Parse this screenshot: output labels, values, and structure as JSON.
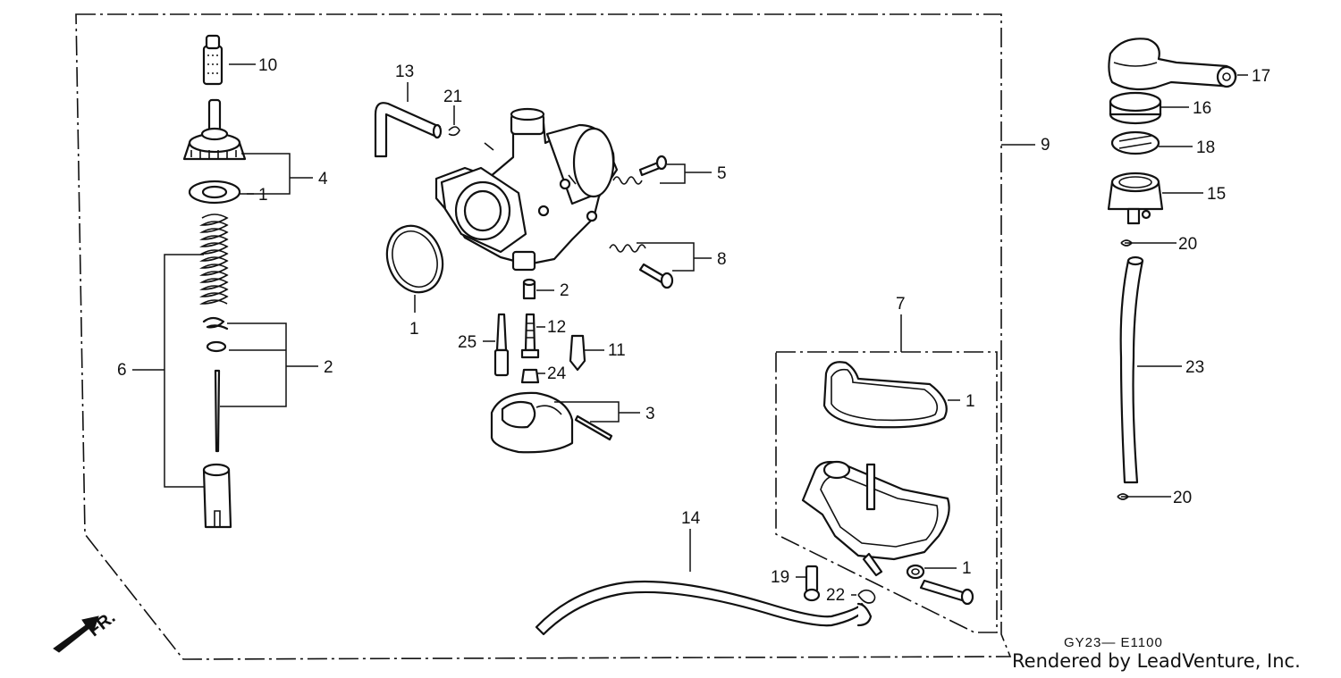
{
  "diagram": {
    "callouts": [
      {
        "id": "c10a",
        "label": "10"
      },
      {
        "id": "c4",
        "label": "4"
      },
      {
        "id": "c1a",
        "label": "1"
      },
      {
        "id": "c6",
        "label": "6"
      },
      {
        "id": "c2a",
        "label": "2"
      },
      {
        "id": "c13",
        "label": "13"
      },
      {
        "id": "c21",
        "label": "21"
      },
      {
        "id": "c5",
        "label": "5"
      },
      {
        "id": "c8",
        "label": "8"
      },
      {
        "id": "c1b",
        "label": "1"
      },
      {
        "id": "c2b",
        "label": "2"
      },
      {
        "id": "c12",
        "label": "12"
      },
      {
        "id": "c25",
        "label": "25"
      },
      {
        "id": "c11",
        "label": "11"
      },
      {
        "id": "c24",
        "label": "24"
      },
      {
        "id": "c3",
        "label": "3"
      },
      {
        "id": "c9",
        "label": "9"
      },
      {
        "id": "c7",
        "label": "7"
      },
      {
        "id": "c1c",
        "label": "1"
      },
      {
        "id": "c14",
        "label": "14"
      },
      {
        "id": "c19",
        "label": "19"
      },
      {
        "id": "c22",
        "label": "22"
      },
      {
        "id": "c1d",
        "label": "1"
      },
      {
        "id": "c17",
        "label": "17"
      },
      {
        "id": "c16",
        "label": "16"
      },
      {
        "id": "c18",
        "label": "18"
      },
      {
        "id": "c15",
        "label": "15"
      },
      {
        "id": "c20a",
        "label": "20"
      },
      {
        "id": "c23",
        "label": "23"
      },
      {
        "id": "c20b",
        "label": "20"
      }
    ],
    "direction_label": "FR.",
    "diagram_code": "GY23— E1100",
    "credit": "Rendered by LeadVenture, Inc."
  }
}
